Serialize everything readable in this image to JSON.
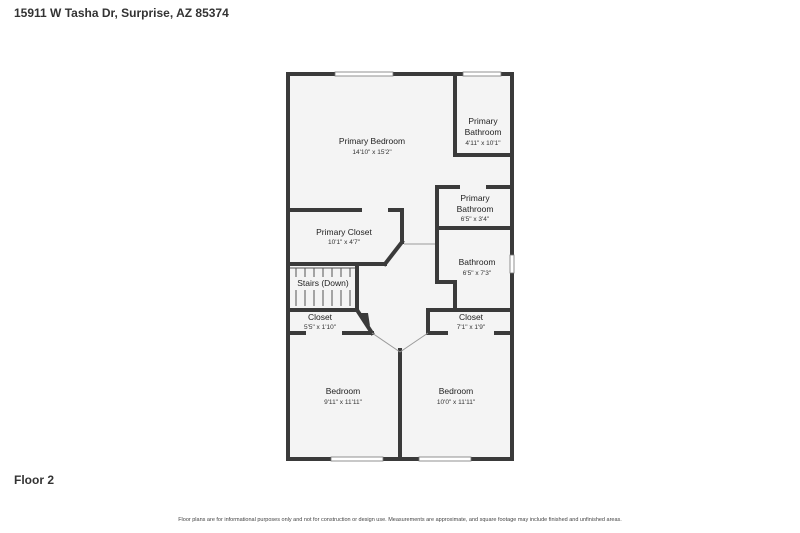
{
  "header": {
    "address": "15911 W Tasha Dr, Surprise, AZ 85374"
  },
  "floor": {
    "label": "Floor 2"
  },
  "footer": {
    "disclaimer": "Floor plans are for informational purposes only and not for construction or design use. Measurements are approximate, and square footage may include finished and unfinished areas."
  },
  "rooms": {
    "primary_bedroom": {
      "name": "Primary Bedroom",
      "dims": "14'10\" x 15'2\""
    },
    "primary_bathroom_1": {
      "name_line1": "Primary",
      "name_line2": "Bathroom",
      "dims": "4'11\" x 10'1\""
    },
    "primary_bathroom_2": {
      "name_line1": "Primary",
      "name_line2": "Bathroom",
      "dims": "6'5\" x 3'4\""
    },
    "primary_closet": {
      "name": "Primary Closet",
      "dims": "10'1\" x 4'7\""
    },
    "bathroom": {
      "name": "Bathroom",
      "dims": "6'5\" x 7'3\""
    },
    "stairs": {
      "name": "Stairs (Down)"
    },
    "closet_left": {
      "name": "Closet",
      "dims": "5'5\" x 1'10\""
    },
    "closet_right": {
      "name": "Closet",
      "dims": "7'1\" x 1'9\""
    },
    "bedroom_left": {
      "name": "Bedroom",
      "dims": "9'11\" x 11'11\""
    },
    "bedroom_right": {
      "name": "Bedroom",
      "dims": "10'0\" x 11'11\""
    }
  },
  "colors": {
    "wall": "#3a3a3a",
    "floor": "#f4f4f4",
    "window": "#ffffff"
  }
}
